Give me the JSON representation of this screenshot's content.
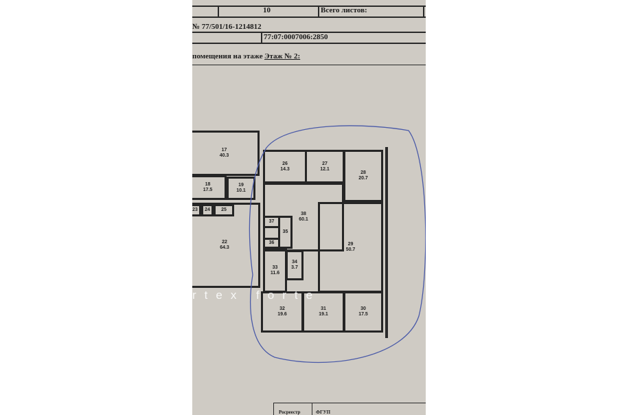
{
  "header": {
    "sheet_number": "10",
    "total_sheets_label": "Всего листов:",
    "registry_number": "№ 77/501/16-1214812",
    "cadastral_number": "77:07:0007006:2850",
    "floor_label": "помещения на этаже",
    "floor_value": "Этаж № 2:"
  },
  "rooms": [
    {
      "n": "17",
      "a": "40.3"
    },
    {
      "n": "18",
      "a": "17.5"
    },
    {
      "n": "19",
      "a": "10.1"
    },
    {
      "n": "22",
      "a": "64.3"
    },
    {
      "n": "23",
      "a": ""
    },
    {
      "n": "24",
      "a": ""
    },
    {
      "n": "25",
      "a": ""
    },
    {
      "n": "26",
      "a": "14.3"
    },
    {
      "n": "27",
      "a": "12.1"
    },
    {
      "n": "28",
      "a": "20.7"
    },
    {
      "n": "38",
      "a": "60.1"
    },
    {
      "n": "37",
      "a": ""
    },
    {
      "n": "36",
      "a": ""
    },
    {
      "n": "35",
      "a": ""
    },
    {
      "n": "33",
      "a": "11.6"
    },
    {
      "n": "34",
      "a": "3.7"
    },
    {
      "n": "29",
      "a": "50.7"
    },
    {
      "n": "32",
      "a": "19.6"
    },
    {
      "n": "31",
      "a": "19.1"
    },
    {
      "n": "30",
      "a": "17.5"
    }
  ],
  "watermark": "rtex   forte",
  "footer": {
    "left": "Росреестр",
    "right": "ФГУП"
  },
  "colors": {
    "paper": "#cfcbc4",
    "ink": "#252525",
    "pen": "#4a5aa8"
  }
}
